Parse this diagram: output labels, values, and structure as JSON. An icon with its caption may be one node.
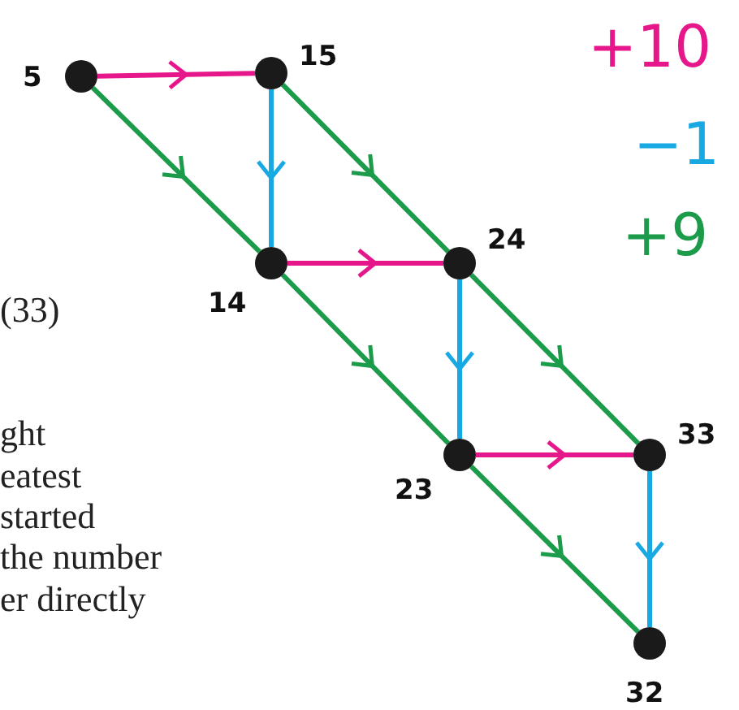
{
  "diagram": {
    "nodes": [
      {
        "text": [],
        "shape": "circle",
        "beside": [
          "5"
        ]
      },
      {
        "text": [],
        "shape": "circle",
        "beside": [
          "15"
        ]
      },
      {
        "text": [],
        "shape": "circle",
        "beside": [
          "14"
        ]
      },
      {
        "text": [],
        "shape": "circle",
        "beside": [
          "24"
        ]
      },
      {
        "text": [],
        "shape": "circle",
        "beside": [
          "23"
        ]
      },
      {
        "text": [],
        "shape": "circle",
        "beside": [
          "33"
        ]
      },
      {
        "text": [],
        "shape": "circle",
        "beside": [
          "32"
        ]
      }
    ],
    "edges": [
      {
        "from": 0,
        "to": 1,
        "arrow": "to",
        "color": "#e5178a"
      },
      {
        "from": 0,
        "to": 2,
        "arrow": "to"
      },
      {
        "from": 1,
        "to": 2,
        "arrow": "to",
        "color": "#18a8e2"
      },
      {
        "from": 1,
        "to": 3,
        "arrow": "to"
      },
      {
        "from": 2,
        "to": 3,
        "arrow": "to",
        "color": "#e5178a"
      },
      {
        "from": 2,
        "to": 4,
        "arrow": "to"
      },
      {
        "from": 3,
        "to": 4,
        "arrow": "to",
        "color": "#18a8e2"
      },
      {
        "from": 3,
        "to": 5,
        "arrow": "to"
      },
      {
        "from": 4,
        "to": 5,
        "arrow": "to",
        "color": "#e5178a"
      },
      {
        "from": 4,
        "to": 6,
        "arrow": "to"
      },
      {
        "from": 5,
        "to": 6,
        "arrow": "to",
        "color": "#18a8e2"
      }
    ],
    "labels": [
      "+10",
      "−1",
      "+9",
      "(33)",
      "ght",
      "eatest",
      "started",
      "the number",
      "er directly"
    ]
  }
}
